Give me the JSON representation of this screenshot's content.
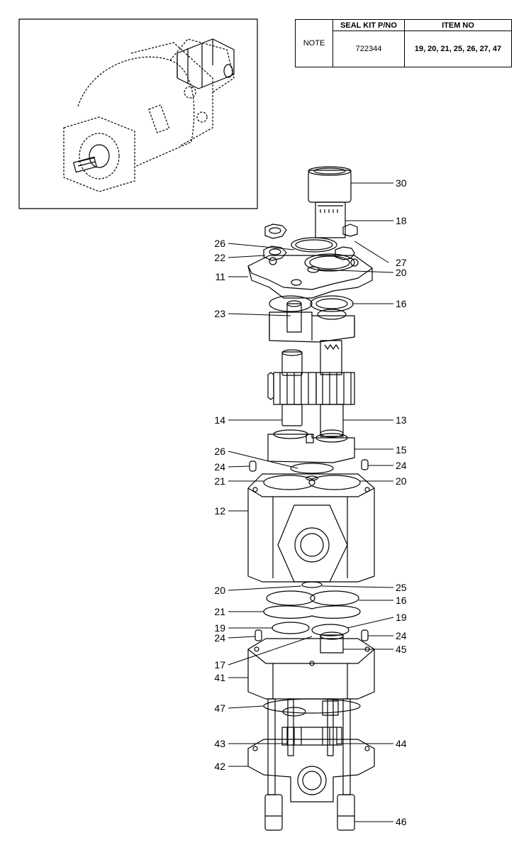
{
  "seal_table": {
    "note_label": "NOTE",
    "col_seal": "SEAL KIT P/NO",
    "col_item": "ITEM NO",
    "seal_kit_pno": "722344",
    "item_numbers": "19, 20, 21, 25, 26, 27, 47"
  },
  "callouts": {
    "c30": "30",
    "c18": "18",
    "c26a": "26",
    "c22": "22",
    "c27": "27",
    "c11": "11",
    "c20a": "20",
    "c23": "23",
    "c16a": "16",
    "c14": "14",
    "c13": "13",
    "c26b": "26",
    "c15": "15",
    "c24a": "24",
    "c24b": "24",
    "c21a": "21",
    "c20b": "20",
    "c12": "12",
    "c20c": "20",
    "c25": "25",
    "c16b": "16",
    "c21b": "21",
    "c19a": "19",
    "c19b": "19",
    "c24c": "24",
    "c24d": "24",
    "c45": "45",
    "c17": "17",
    "c41": "41",
    "c47": "47",
    "c43": "43",
    "c44": "44",
    "c42": "42",
    "c46": "46"
  },
  "colors": {
    "line": "#000000",
    "background": "#ffffff"
  }
}
